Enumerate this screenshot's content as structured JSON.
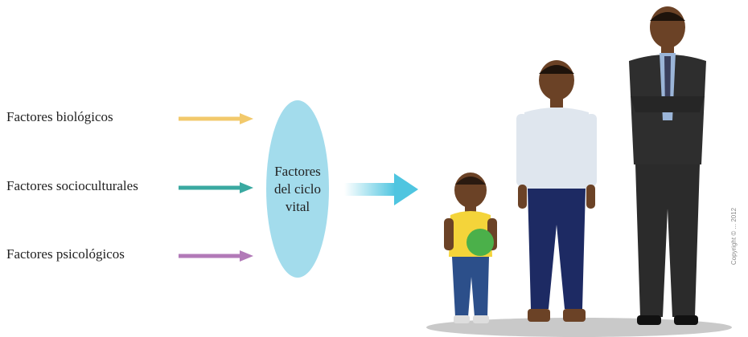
{
  "factors": [
    {
      "label": "Factores biológicos",
      "color": "#f2c96b"
    },
    {
      "label": "Factores socioculturales",
      "color": "#3aa9a1"
    },
    {
      "label": "Factores psicológicos",
      "color": "#b27ab8"
    }
  ],
  "center": {
    "line1": "Factores",
    "line2": "del ciclo",
    "line3": "vital",
    "color": "#a3dcec"
  },
  "result_arrow_color": "#4fc5e0",
  "credit_text": "Copyright © ... 2012"
}
